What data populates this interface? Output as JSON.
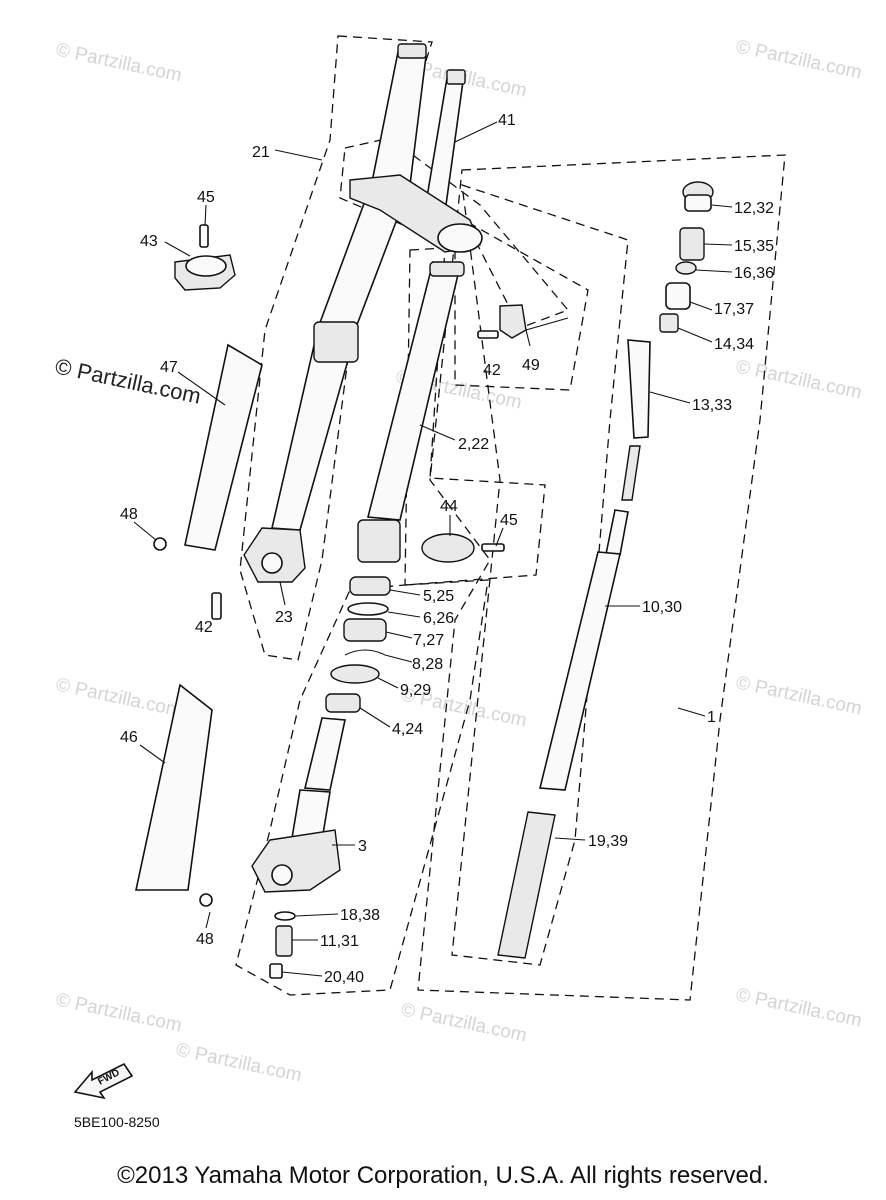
{
  "watermarks": [
    {
      "id": "wm1",
      "text": "© Partzilla.com"
    },
    {
      "id": "wm2",
      "text": "© Partzilla.com"
    },
    {
      "id": "wm3",
      "text": "© Partzilla.com"
    },
    {
      "id": "wm4",
      "text": "© Partzilla.com"
    },
    {
      "id": "wm5",
      "text": "© Partzilla.com"
    },
    {
      "id": "wm6",
      "text": "© Partzilla.com"
    },
    {
      "id": "wm7",
      "text": "© Partzilla.com"
    },
    {
      "id": "wm8",
      "text": "© Partzilla.com"
    },
    {
      "id": "wm9",
      "text": "© Partzilla.com"
    },
    {
      "id": "wm10",
      "text": "© Partzilla.com"
    },
    {
      "id": "wm11",
      "text": "© Partzilla.com"
    },
    {
      "id": "wm12",
      "text": "© Partzilla.com"
    },
    {
      "id": "wm13",
      "text": "© Partzilla.com"
    }
  ],
  "callouts": {
    "c41": "41",
    "c21": "21",
    "c45a": "45",
    "c43": "43",
    "c12": "12,32",
    "c15": "15,35",
    "c16": "16,36",
    "c17": "17,37",
    "c14": "14,34",
    "c13": "13,33",
    "c42a": "42",
    "c49": "49",
    "c47": "47",
    "c2": "2,22",
    "c44": "44",
    "c45b": "45",
    "c48a": "48",
    "c23": "23",
    "c42b": "42",
    "c5": "5,25",
    "c6": "6,26",
    "c7": "7,27",
    "c8": "8,28",
    "c9": "9,29",
    "c4": "4,24",
    "c10": "10,30",
    "c1": "1",
    "c46": "46",
    "c19": "19,39",
    "c3": "3",
    "c18": "18,38",
    "c11": "11,31",
    "c20": "20,40",
    "c48b": "48"
  },
  "fwd_label": "FWD",
  "diagram_code": "5BE100-8250",
  "copyright": "©2013 Yamaha Motor Corporation, U.S.A. All rights reserved."
}
